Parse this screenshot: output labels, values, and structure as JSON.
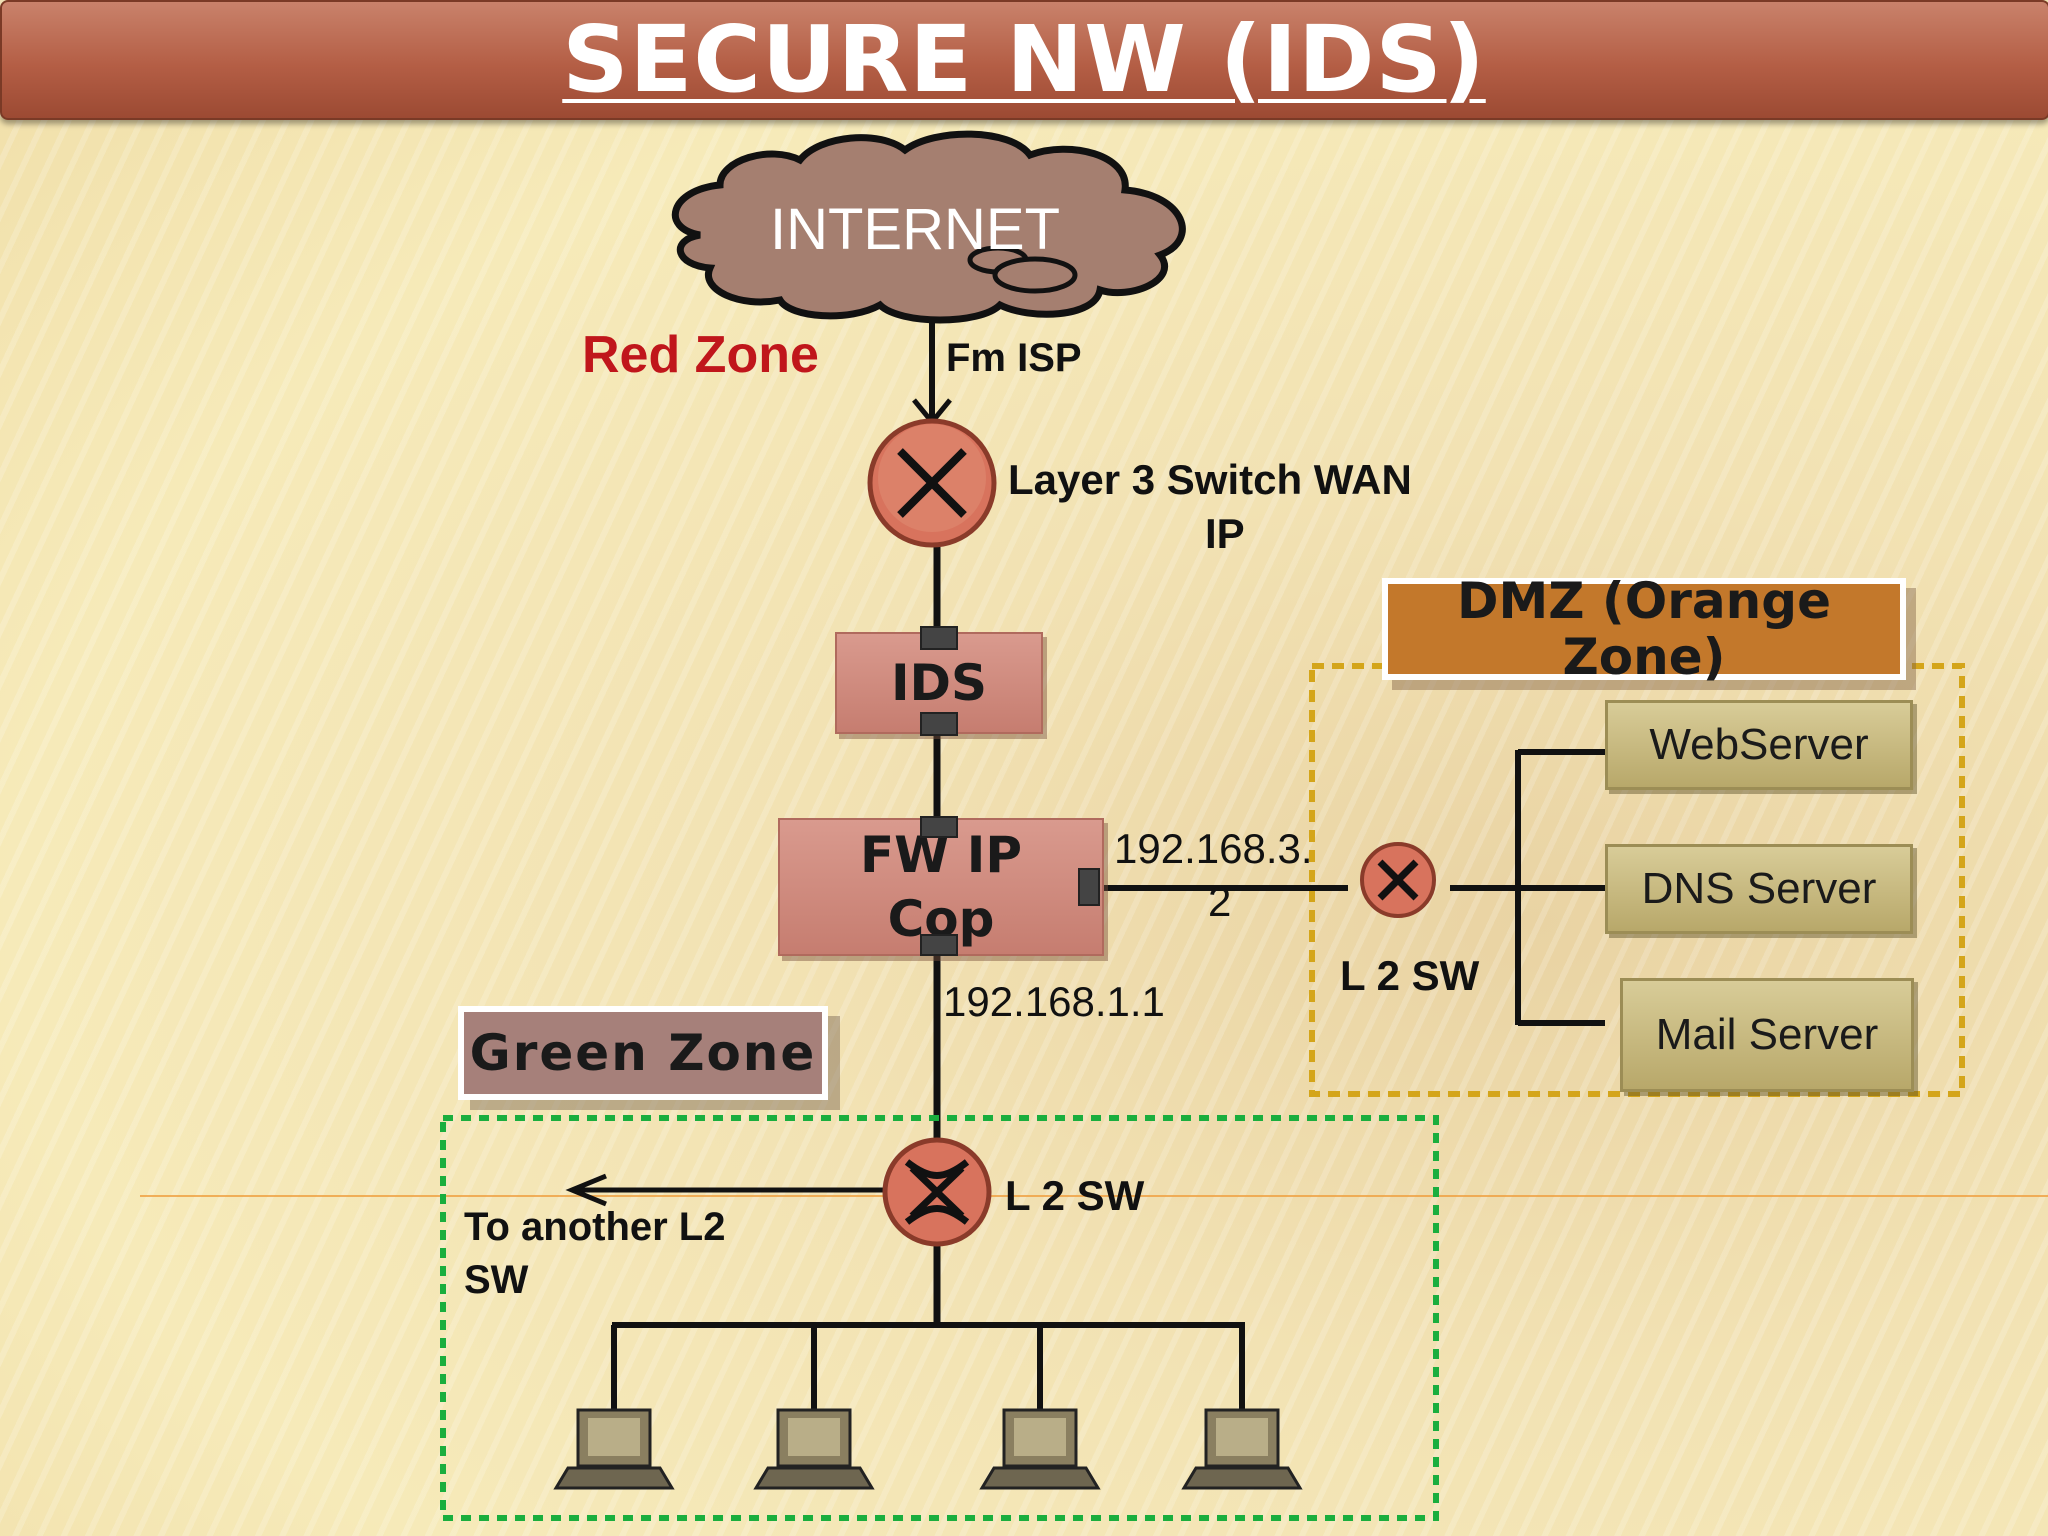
{
  "title": "SECURE  NW (IDS)",
  "internet": {
    "label": "INTERNET"
  },
  "red_zone": {
    "label": "Red Zone",
    "color": "#c0161b"
  },
  "isp_link": {
    "label": "Fm ISP"
  },
  "l3_switch": {
    "label_line1": "Layer 3 Switch WAN",
    "label_line2": "IP"
  },
  "ids": {
    "label": "IDS"
  },
  "firewall": {
    "label_line1": "FW IP",
    "label_line2": "Cop"
  },
  "dmz_link_ip": {
    "line1": "192.168.3.",
    "line2": "2"
  },
  "green_link_ip": "192.168.1.1",
  "dmz": {
    "label_line1": "DMZ (Orange",
    "label_line2": "Zone)",
    "switch_label": "L 2 SW",
    "servers": [
      "WebServer",
      "DNS Server",
      "Mail Server"
    ],
    "border_color": "#d4a51a",
    "label_color": "#c3782b"
  },
  "green_zone": {
    "label": "Green Zone",
    "switch_label": "L 2 SW",
    "uplink_label_line1": "To another L2",
    "uplink_label_line2": "SW",
    "border_color": "#1aae3e",
    "workstations": 4
  }
}
